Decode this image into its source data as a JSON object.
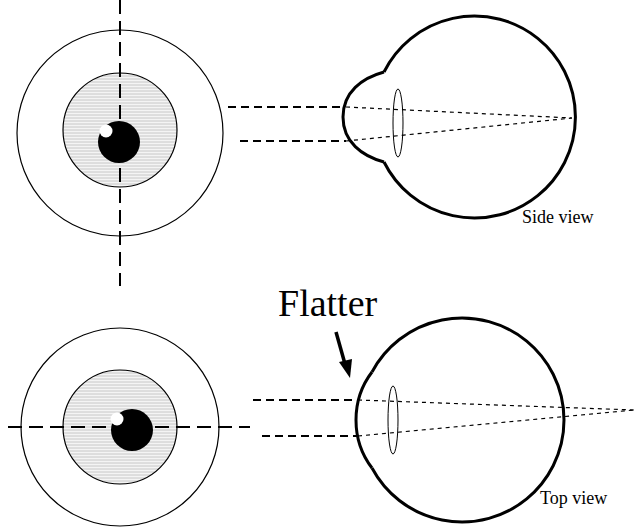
{
  "diagram": {
    "labels": [
      "Side view",
      "Flatter",
      "Top view"
    ]
  }
}
